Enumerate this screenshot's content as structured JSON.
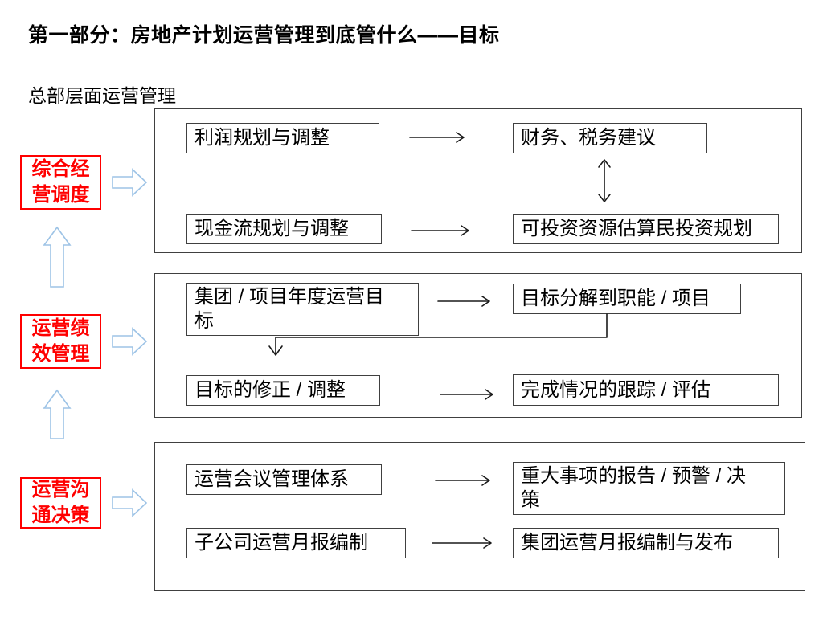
{
  "title": "第一部分：房地产计划运营管理到底管什么——目标",
  "subtitle": "总部层面运营管理",
  "colors": {
    "accent_red": "#ff0000",
    "block_arrow_outline": "#9dc3e6",
    "connector": "#1a1a1a",
    "box_border": "#404040"
  },
  "left_labels": [
    {
      "label": "综合经\n营调度"
    },
    {
      "label": "运营绩\n效管理"
    },
    {
      "label": "运营沟\n通决策"
    }
  ],
  "boxes": {
    "profit": "利润规划与调整",
    "finance": "财务、税务建议",
    "cashflow": "现金流规划与调整",
    "invest": "可投资资源估算民投资规划",
    "annual_target": "集团 / 项目年度运营目\n标",
    "decompose": "目标分解到职能 / 项目",
    "revise": "目标的修正 / 调整",
    "track": "完成情况的跟踪 / 评估",
    "meeting": "运营会议管理体系",
    "major": "重大事项的报告 / 预警 / 决\n策",
    "monthly_sub": "子公司运营月报编制",
    "monthly_group": "集团运营月报编制与发布"
  }
}
